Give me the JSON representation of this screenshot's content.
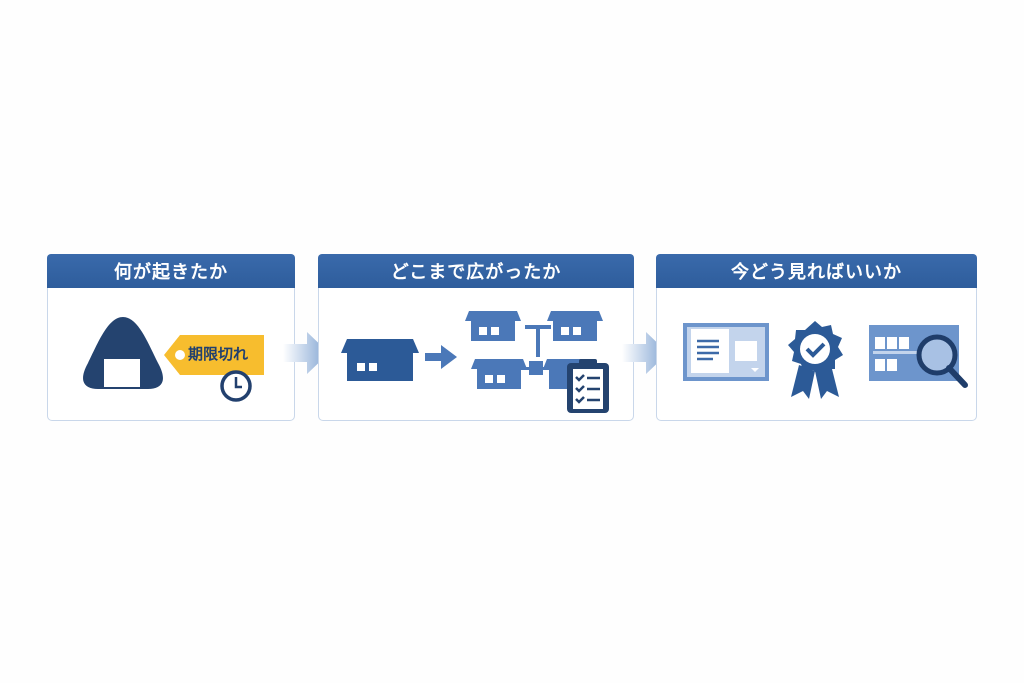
{
  "panels": [
    {
      "title": "何が起きたか",
      "tag_label": "期限切れ"
    },
    {
      "title": "どこまで広がったか"
    },
    {
      "title": "今どう見ればいいか"
    }
  ],
  "colors": {
    "header": "#2f5f9e",
    "dark": "#22406e",
    "accent": "#f7bd2e",
    "border": "#c9d7ea",
    "light": "#7fa3d2"
  }
}
